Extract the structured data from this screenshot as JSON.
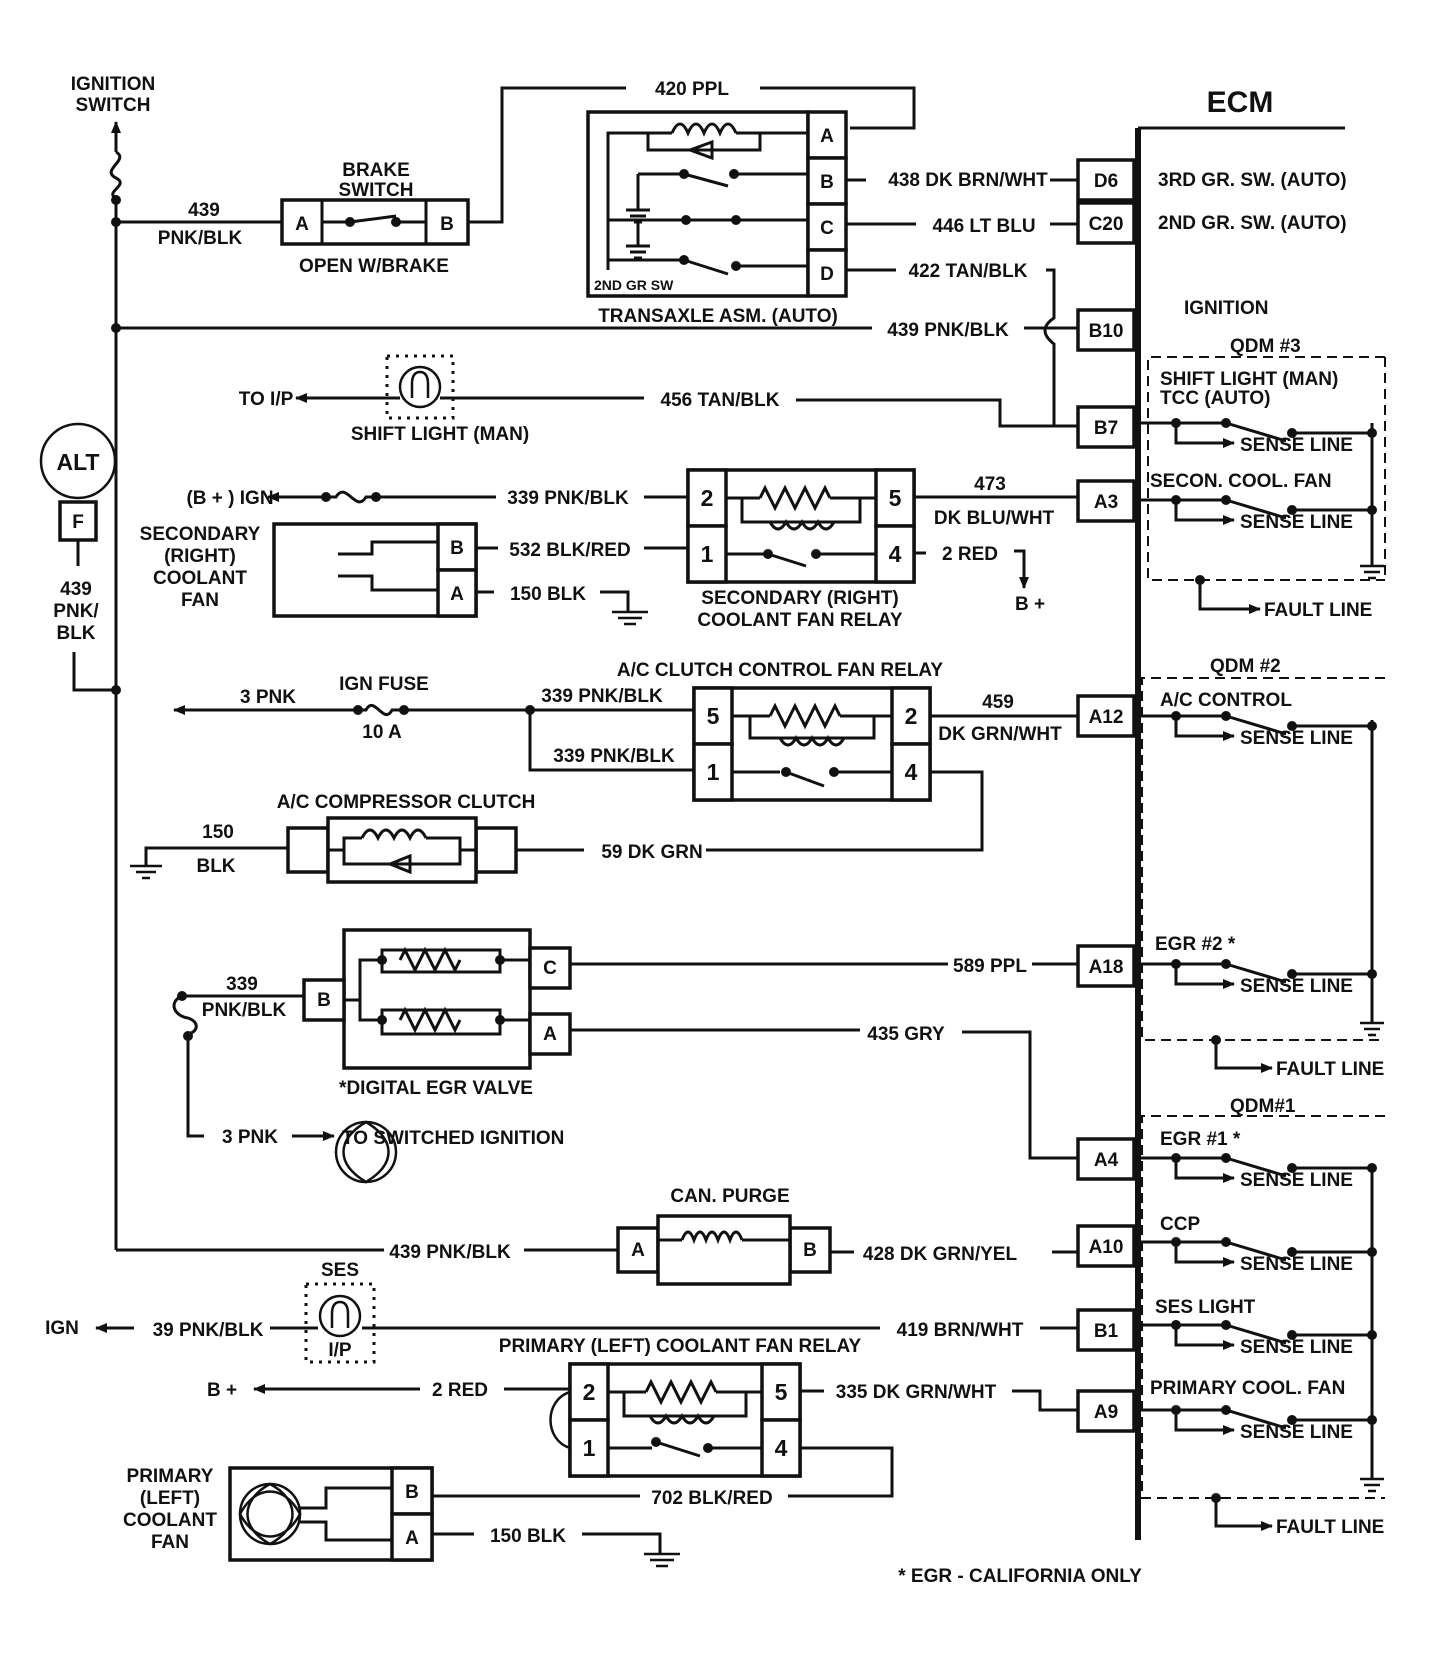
{
  "diagram": {
    "ecm_title": "ECM",
    "footnote": "* EGR - CALIFORNIA ONLY",
    "alternator": {
      "label": "ALT",
      "terminal": "F",
      "wire": [
        "439",
        "PNK/",
        "BLK"
      ]
    },
    "ignition_switch": [
      "IGNITION",
      "SWITCH"
    ],
    "brake_switch": {
      "title": [
        "BRAKE",
        "SWITCH"
      ],
      "pins": [
        "A",
        "B"
      ],
      "note": "OPEN W/BRAKE",
      "wire_num": "439",
      "wire_color": "PNK/BLK"
    },
    "transaxle": {
      "label": "TRANSAXLE ASM. (AUTO)",
      "inner_label": "2ND GR SW",
      "pins": [
        "A",
        "B",
        "C",
        "D"
      ]
    },
    "wires": {
      "w420": "420 PPL",
      "w438": "438 DK BRN/WHT",
      "w446": "446 LT BLU",
      "w422": "422 TAN/BLK",
      "w439_b10": "439 PNK/BLK",
      "w456": "456 TAN/BLK",
      "w339_a": "339 PNK/BLK",
      "w473_num": "473",
      "w473_color": "DK BLU/WHT",
      "w532": "532 BLK/RED",
      "w150_a": "150 BLK",
      "w2red_a": "2 RED",
      "w3pnk_a": "3 PNK",
      "w339_b": "339 PNK/BLK",
      "w339_c": "339 PNK/BLK",
      "w459_num": "459",
      "w459_color": "DK GRN/WHT",
      "w150_b_num": "150",
      "w150_b_color": "BLK",
      "w59": "59 DK GRN",
      "w339_d_num": "339",
      "w339_d_color": "PNK/BLK",
      "w589": "589 PPL",
      "w435": "435 GRY",
      "w3pnk_b": "3 PNK",
      "w439_can": "439 PNK/BLK",
      "w428": "428 DK GRN/YEL",
      "w39": "39 PNK/BLK",
      "w419": "419 BRN/WHT",
      "w2red_b": "2 RED",
      "w335": "335 DK GRN/WHT",
      "w702": "702 BLK/RED",
      "w150_c": "150 BLK"
    },
    "labels": {
      "to_ip": "TO I/P",
      "shift_light_man": "SHIFT LIGHT (MAN)",
      "b_ign": "(B + ) IGN",
      "b_plus_a": "B +",
      "b_plus_b": "B +",
      "ign": "IGN",
      "ign_fuse": "IGN FUSE",
      "fuse_rating": "10 A",
      "switched_ignition": "TO SWITCHED IGNITION",
      "ses": "SES",
      "ses_ip": "I/P"
    },
    "secondary_fan": [
      "SECONDARY",
      "(RIGHT)",
      "COOLANT",
      "FAN"
    ],
    "secondary_relay": {
      "title": [
        "SECONDARY (RIGHT)",
        "COOLANT FAN RELAY"
      ],
      "pins": [
        "2",
        "5",
        "1",
        "4"
      ]
    },
    "ac_relay": {
      "title": "A/C CLUTCH CONTROL FAN RELAY",
      "pins": [
        "5",
        "2",
        "1",
        "4"
      ]
    },
    "ac_clutch": {
      "title": "A/C COMPRESSOR CLUTCH"
    },
    "egr_valve": {
      "title": "*DIGITAL EGR VALVE",
      "pins": [
        "C",
        "B",
        "A"
      ]
    },
    "can_purge": {
      "title": "CAN. PURGE",
      "pins": [
        "A",
        "B"
      ]
    },
    "primary_relay": {
      "title": "PRIMARY (LEFT) COOLANT FAN RELAY",
      "pins": [
        "2",
        "5",
        "1",
        "4"
      ]
    },
    "primary_fan": {
      "label": [
        "PRIMARY",
        "(LEFT)",
        "COOLANT",
        "FAN"
      ],
      "pins": [
        "B",
        "A"
      ]
    },
    "ecm_pins": [
      "D6",
      "C20",
      "B10",
      "B7",
      "A3",
      "A12",
      "A18",
      "A4",
      "A10",
      "B1",
      "A9"
    ],
    "ecm_functions": {
      "d6": "3RD GR. SW. (AUTO)",
      "c20": "2ND GR. SW. (AUTO)",
      "b10": "IGNITION",
      "qdm3": "QDM #3",
      "b7_a": "SHIFT LIGHT (MAN)",
      "b7_b": "TCC (AUTO)",
      "a3": "SECON. COOL. FAN",
      "qdm2": "QDM #2",
      "a12": "A/C CONTROL",
      "a18": "EGR #2 *",
      "qdm1": "QDM#1",
      "a4": "EGR #1 *",
      "a10": "CCP",
      "b1": "SES LIGHT",
      "a9": "PRIMARY COOL. FAN",
      "sense": "SENSE LINE",
      "fault": "FAULT LINE"
    }
  }
}
